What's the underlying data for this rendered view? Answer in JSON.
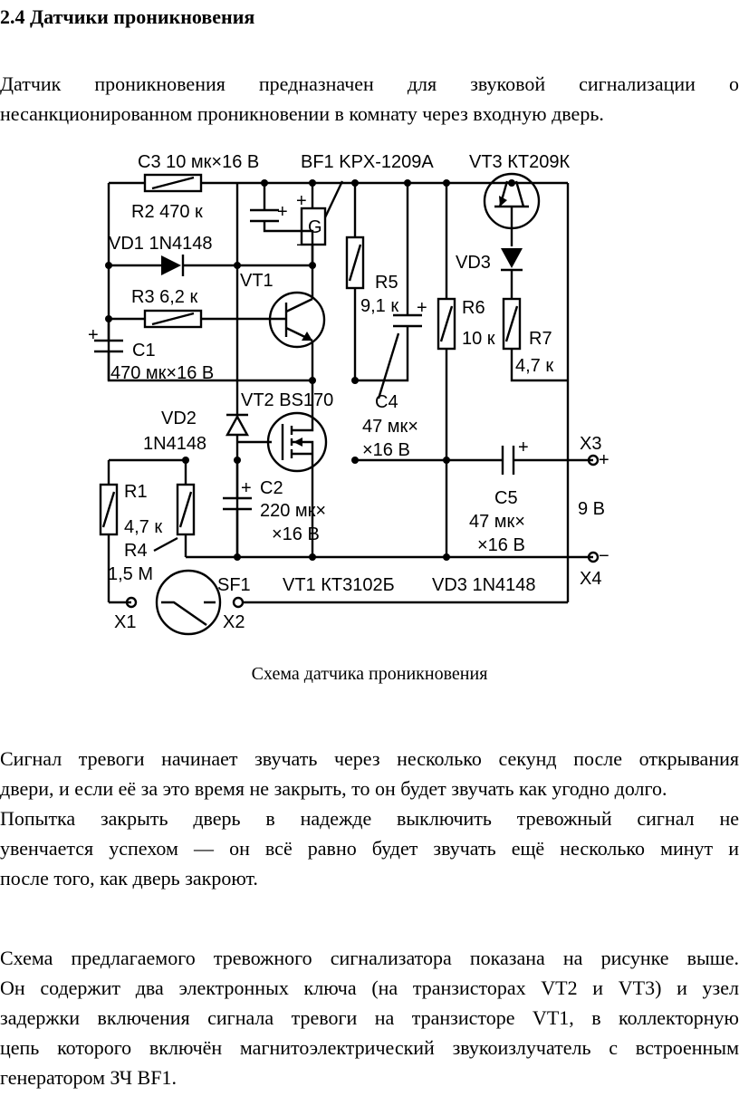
{
  "heading": "2.4 Датчики проникновения",
  "intro": {
    "lines": [
      "Датчик проникновения предназначен для звуковой сигнализации о",
      "несанкционированном проникновении в комнату через входную дверь."
    ]
  },
  "figure": {
    "caption": "Схема датчика проникновения",
    "labels": {
      "c3": "C3 10 мк×16 В",
      "bf1": "BF1 KPX-1209A",
      "vt3": "VT3 КТ209К",
      "r2": "R2 470 к",
      "vd1": "VD1 1N4148",
      "vt1": "VT1",
      "r3": "R3 6,2 к",
      "c1_name": "C1",
      "c1_value": "470 мк×16 В",
      "r5_name": "R5",
      "r5_value": "9,1 к",
      "r6_name": "R6",
      "r6_value": "10 к",
      "vd3": "VD3",
      "r7_name": "R7",
      "r7_value": "4,7 к",
      "g": "G",
      "vt2": "VT2 BS170",
      "vd2_name": "VD2",
      "vd2_type": "1N4148",
      "c4_name": "C4",
      "c4_value1": "47 мк×",
      "c4_value2": "×16 В",
      "x3": "X3",
      "r1_name": "R1",
      "r1_value": "4,7 к",
      "r4_name": "R4",
      "r4_value": "1,5 М",
      "c2_name": "C2",
      "c2_value1": "220 мк×",
      "c2_value2": "×16 В",
      "c5_name": "C5",
      "c5_value1": "47 мк×",
      "c5_value2": "×16 В",
      "supply": "9 В",
      "x4": "X4",
      "sf1": "SF1",
      "vt1_type": "VT1 КТ3102Б",
      "vd3_type": "VD3 1N4148",
      "x1": "X1",
      "x2": "X2",
      "plus": "+",
      "minus": "−"
    }
  },
  "paragraph2": {
    "lines": [
      "Сигнал тревоги начинает звучать через несколько секунд после открывания",
      "двери, и если её за это время не закрыть, то он будет звучать как угодно долго.",
      "Попытка закрыть дверь в надежде выключить тревожный сигнал не",
      "увенчается успехом — он всё равно будет звучать ещё несколько минут и",
      "после того, как дверь закроют."
    ]
  },
  "paragraph3": {
    "lines": [
      "Схема предлагаемого тревожного сигнализатора показана на рисунке выше.",
      "Он содержит два электронных ключа (на транзисторах VT2 и VT3) и узел",
      "задержки включения сигнала тревоги на транзисторе VT1, в коллекторную",
      "цепь которого включён магнитоэлектрический звукоизлучатель с встроенным",
      "генератором ЗЧ BF1."
    ]
  }
}
